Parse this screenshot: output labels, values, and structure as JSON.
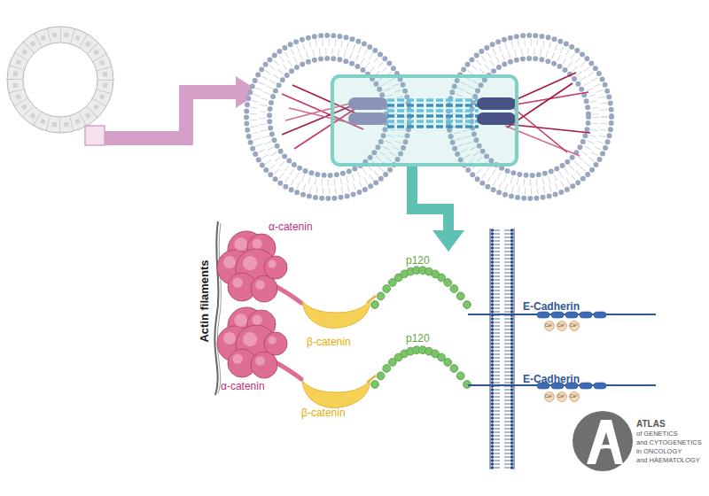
{
  "diagram": {
    "nodes": [
      {
        "text": [
          "α-catenin"
        ]
      },
      {
        "text": [
          "β-catenin"
        ]
      },
      {
        "text": [
          "p120"
        ]
      },
      {
        "text": [
          "E-Cadherin"
        ]
      },
      {
        "text": [
          "α-catenin"
        ]
      },
      {
        "text": [
          "β-catenin"
        ]
      },
      {
        "text": [
          "p120"
        ]
      },
      {
        "text": [
          "E-Cadherin"
        ]
      }
    ],
    "labels": [
      "Actin filaments",
      "Ca²⁺",
      "Ca²⁺",
      "Ca²⁺",
      "Ca²⁺",
      "Ca²⁺",
      "Ca²⁺",
      "ATLAS",
      "of GENETICS",
      "and CYTOGENETICS",
      "in ONCOLOGY",
      "and HAEMATOLOGY"
    ]
  }
}
